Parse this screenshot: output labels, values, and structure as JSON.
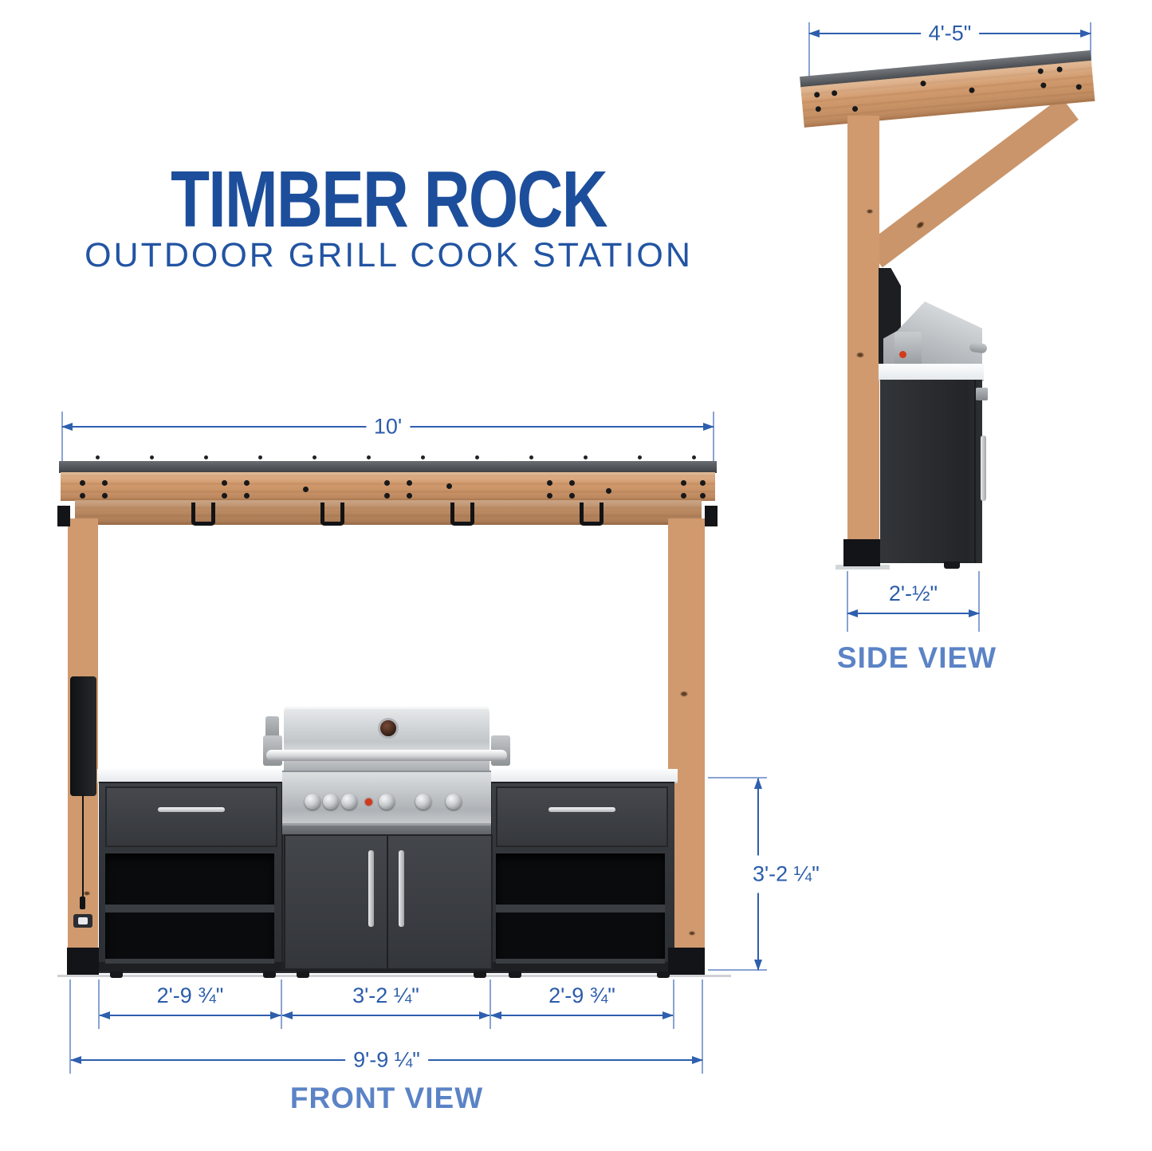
{
  "title": {
    "main": "TIMBER ROCK",
    "subtitle": "OUTDOOR GRILL COOK STATION"
  },
  "front_view": {
    "label": "FRONT VIEW",
    "dimensions": {
      "overall_width": "10'",
      "counter_height": "3'-2 ¼\"",
      "left_section": "2'-9 ¾\"",
      "center_section": "3'-2 ¼\"",
      "right_section": "2'-9 ¾\"",
      "overall_base_width": "9'-9 ¼\""
    }
  },
  "side_view": {
    "label": "SIDE VIEW",
    "dimensions": {
      "roof_depth": "4'-5\"",
      "base_depth": "2'-½\""
    }
  },
  "colors": {
    "title_blue": "#1d4e9b",
    "dimension_blue": "#2b5cab",
    "view_label_blue": "#5b83c6",
    "wood": "#d09a6e",
    "roof_cap_gray": "#4a4d52",
    "cabinet_gray": "#33363b",
    "countertop_white": "#f4f6f8",
    "stainless_steel": "#c3c7ca"
  }
}
